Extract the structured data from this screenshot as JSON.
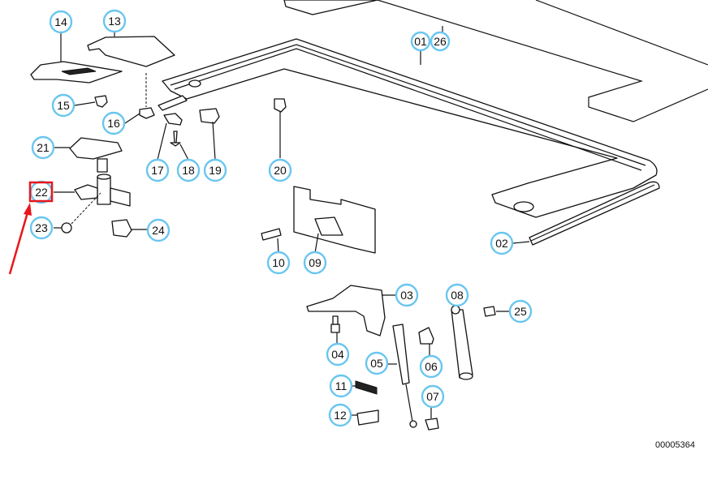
{
  "diagram": {
    "type": "exploded parts diagram",
    "diagram_id": "00005364",
    "callout_color": "#69c6ef",
    "highlight_color": "#e8161b",
    "highlighted_callout": "22",
    "callouts": [
      {
        "id": "c01",
        "label": "01"
      },
      {
        "id": "c26",
        "label": "26"
      },
      {
        "id": "c02",
        "label": "02"
      },
      {
        "id": "c03",
        "label": "03"
      },
      {
        "id": "c04",
        "label": "04"
      },
      {
        "id": "c05",
        "label": "05"
      },
      {
        "id": "c06",
        "label": "06"
      },
      {
        "id": "c07",
        "label": "07"
      },
      {
        "id": "c08",
        "label": "08"
      },
      {
        "id": "c09",
        "label": "09"
      },
      {
        "id": "c10",
        "label": "10"
      },
      {
        "id": "c11",
        "label": "11"
      },
      {
        "id": "c12",
        "label": "12"
      },
      {
        "id": "c13",
        "label": "13"
      },
      {
        "id": "c14",
        "label": "14"
      },
      {
        "id": "c15",
        "label": "15"
      },
      {
        "id": "c16",
        "label": "16"
      },
      {
        "id": "c17",
        "label": "17"
      },
      {
        "id": "c18",
        "label": "18"
      },
      {
        "id": "c19",
        "label": "19"
      },
      {
        "id": "c20",
        "label": "20"
      },
      {
        "id": "c21",
        "label": "21"
      },
      {
        "id": "c22",
        "label": "22"
      },
      {
        "id": "c23",
        "label": "23"
      },
      {
        "id": "c24",
        "label": "24"
      },
      {
        "id": "c25",
        "label": "25"
      }
    ]
  }
}
